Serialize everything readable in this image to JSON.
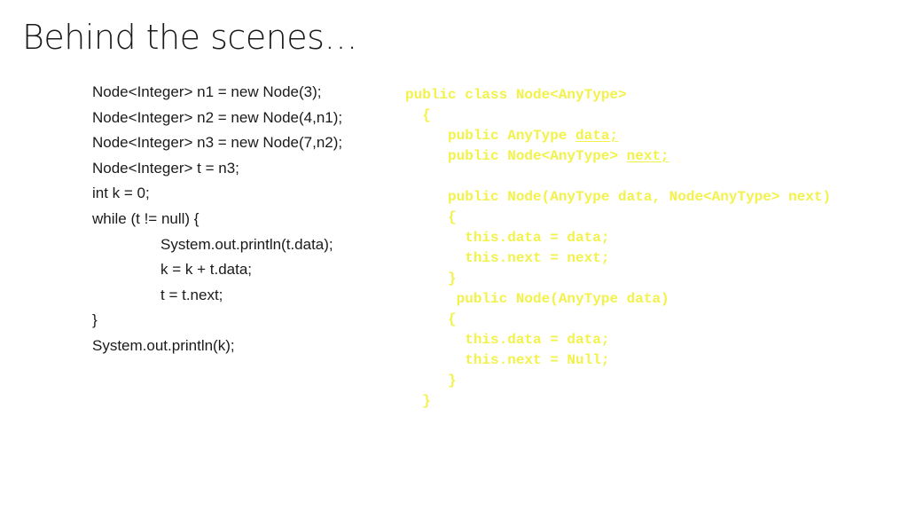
{
  "slide": {
    "title": "Behind the scenes…"
  },
  "left_code": {
    "lines": [
      "Node<Integer> n1 = new Node(3);",
      "Node<Integer> n2 = new Node(4,n1);",
      "Node<Integer> n3 = new Node(7,n2);",
      "Node<Integer> t = n3;",
      "int k = 0;",
      "while (t != null) {",
      "System.out.println(t.data);",
      "k = k + t.data;",
      "t = t.next;",
      "}",
      "System.out.println(k);"
    ]
  },
  "right_code": {
    "colors": {
      "text": "#f2f24a",
      "background": "#ffffff"
    },
    "lines": [
      "public class Node<AnyType>",
      "  {",
      "     public AnyType ",
      "data;",
      "     public Node<AnyType> ",
      "next;",
      "",
      "     public Node(AnyType data, Node<AnyType> next)",
      "     {",
      "       this.data = data;",
      "       this.next = next;",
      "     }",
      "      public Node(AnyType data)",
      "     {",
      "       this.data = data;",
      "       this.next = Null;",
      "     }",
      "  }"
    ]
  }
}
